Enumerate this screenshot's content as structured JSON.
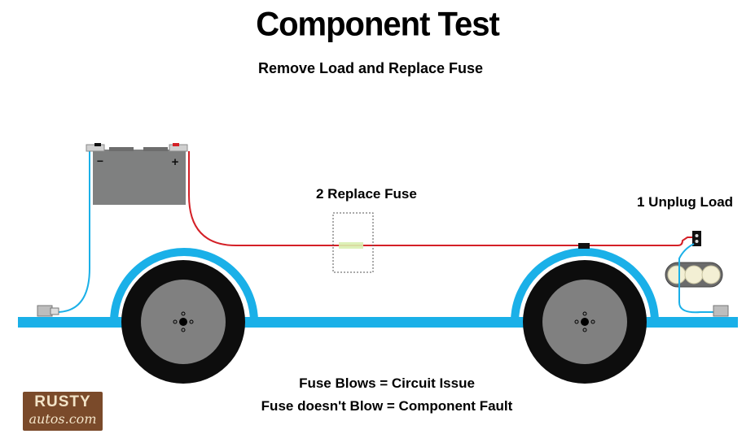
{
  "title": "Component Test",
  "subtitle": "Remove Load and Replace Fuse",
  "labels": {
    "replace_fuse": "2 Replace Fuse",
    "unplug_load": "1 Unplug Load",
    "fuse_blows": "Fuse Blows = Circuit Issue",
    "fuse_not_blow": "Fuse doesn't Blow = Component Fault"
  },
  "battery": {
    "negative_symbol": "−",
    "positive_symbol": "+"
  },
  "logo": {
    "line1": "RUSTY",
    "line2": "autos.com"
  },
  "colors": {
    "frame": "#1ab0e8",
    "positive_wire": "#d42027",
    "negative_wire": "#1ab0e8",
    "battery": "#7f8080",
    "fuse": "#d9efb0"
  }
}
